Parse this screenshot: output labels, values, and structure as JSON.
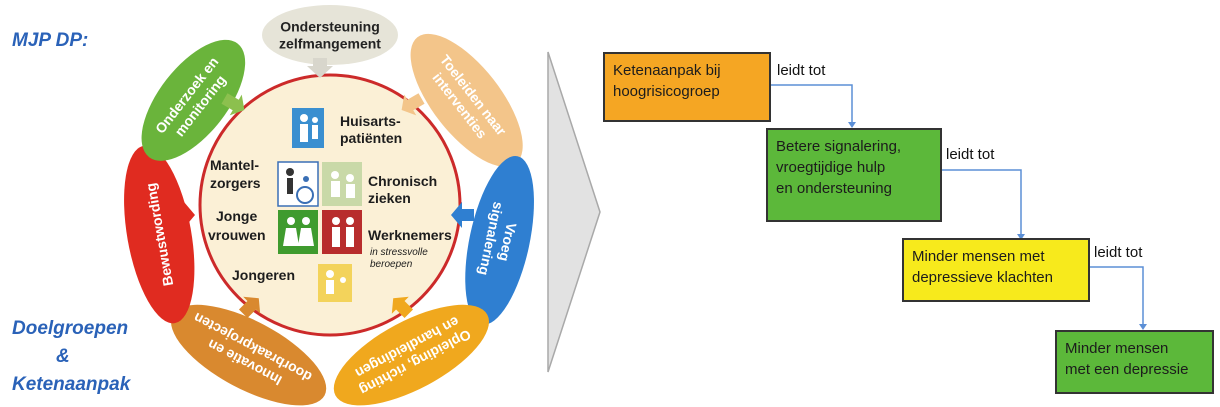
{
  "labels": {
    "top_left": "MJP DP:",
    "bottom_left_1": "Doelgroepen",
    "bottom_left_2": "&",
    "bottom_left_3": "Ketenaanpak"
  },
  "wheel": {
    "segments": [
      {
        "lines": [
          "Ondersteuning",
          "zelfmangement"
        ],
        "color": "#e6e4d8",
        "text_color": "#222222"
      },
      {
        "lines": [
          "Toeleiden naar",
          "interventies"
        ],
        "color": "#f3c58a",
        "text_color": "#ffffff"
      },
      {
        "lines": [
          "Vroeg",
          "signalering"
        ],
        "color": "#2f7fd1",
        "text_color": "#ffffff"
      },
      {
        "lines": [
          "Opleiding, richting",
          "en handleidingen"
        ],
        "color": "#f0a81e",
        "text_color": "#ffffff"
      },
      {
        "lines": [
          "Innovatie en",
          "doorbraakprojecten"
        ],
        "color": "#d9892f",
        "text_color": "#ffffff"
      },
      {
        "lines": [
          "Bewustwording"
        ],
        "color": "#e02b20",
        "text_color": "#ffffff"
      },
      {
        "lines": [
          "Onderzoek en",
          "monitoring"
        ],
        "color": "#6ab43b",
        "text_color": "#ffffff"
      }
    ],
    "inner": {
      "huisarts": [
        "Huisarts-",
        "patiënten"
      ],
      "mantelzorgers": [
        "Mantel-",
        "zorgers"
      ],
      "chronisch": [
        "Chronisch",
        "zieken"
      ],
      "jonge_vrouwen": [
        "Jonge",
        "vrouwen"
      ],
      "werknemers": "Werknemers",
      "werknemers_sub": [
        "in stressvolle",
        "beroepen"
      ],
      "jongeren": "Jongeren"
    }
  },
  "flow": {
    "boxes": [
      {
        "text": [
          "Ketenaanpak bij",
          "hoogrisicogroep"
        ],
        "color": "#f5a623"
      },
      {
        "text": [
          "Betere signalering,",
          "vroegtijdige hulp",
          "en ondersteuning"
        ],
        "color": "#5cb83a"
      },
      {
        "text": [
          "Minder mensen met",
          "depressieve klachten"
        ],
        "color": "#f7ea1c"
      },
      {
        "text": [
          "Minder mensen",
          "met een depressie"
        ],
        "color": "#5cb83a"
      }
    ],
    "connector": "leidt tot"
  }
}
